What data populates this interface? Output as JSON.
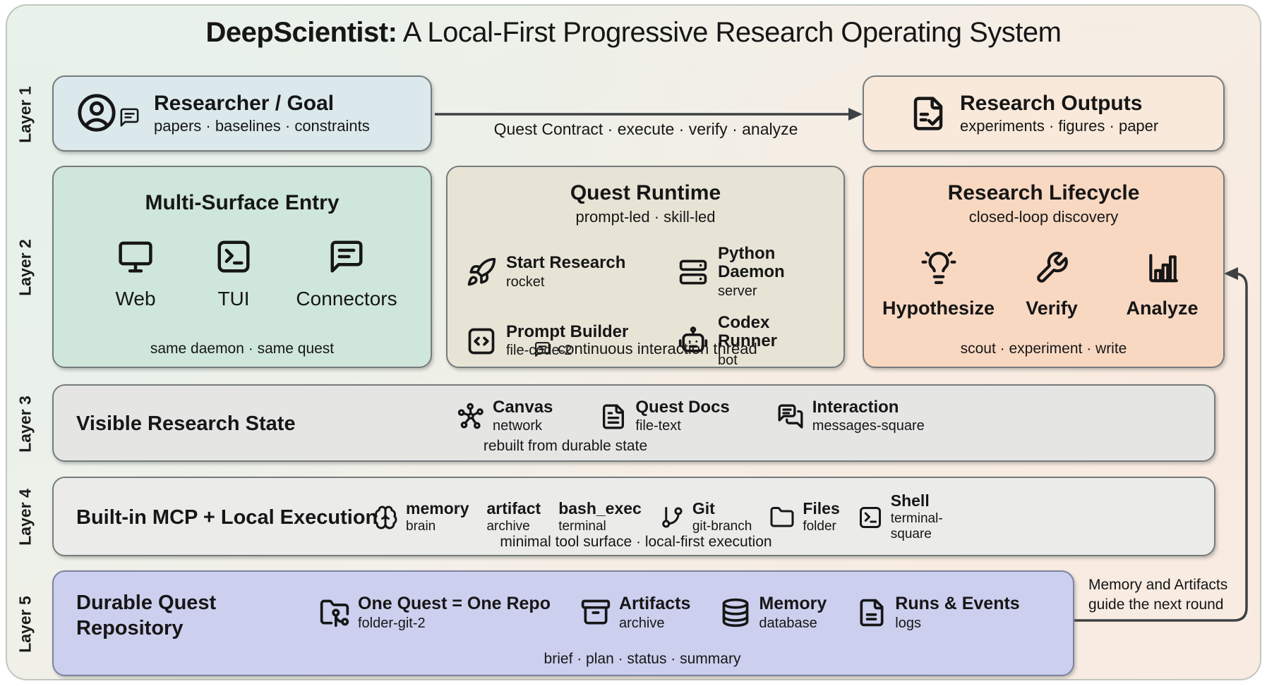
{
  "title": {
    "bold": "DeepScientist:",
    "rest": " A Local-First Progressive Research Operating System"
  },
  "layers": [
    {
      "label": "Layer 1"
    },
    {
      "label": "Layer 2"
    },
    {
      "label": "Layer 3"
    },
    {
      "label": "Layer 4"
    },
    {
      "label": "Layer 5"
    }
  ],
  "layer1": {
    "researcher": {
      "title": "Researcher / Goal",
      "subtitle": "papers · baselines · constraints",
      "icons": [
        "circle-user",
        "message-square-text"
      ]
    },
    "arrow_label": "Quest Contract · execute · verify · analyze",
    "outputs": {
      "icon": "file-check",
      "title": "Research Outputs",
      "subtitle": "experiments · figures · paper"
    }
  },
  "layer2": {
    "entry": {
      "title": "Multi-Surface Entry",
      "items": [
        {
          "icon": "monitor",
          "label": "Web"
        },
        {
          "icon": "square-terminal",
          "label": "TUI"
        },
        {
          "icon": "message-square-text",
          "label": "Connectors"
        }
      ],
      "footer": "same daemon · same quest"
    },
    "runtime": {
      "title": "Quest Runtime",
      "subtitle": "prompt-led · skill-led",
      "items": [
        {
          "icon": "rocket",
          "label": "Start Research",
          "sub": "rocket"
        },
        {
          "icon": "server",
          "label": "Python Daemon",
          "sub": "server"
        },
        {
          "icon": "square-code",
          "label": "Prompt Builder",
          "sub": "file-code-2"
        },
        {
          "icon": "bot",
          "label": "Codex Runner",
          "sub": "bot"
        }
      ],
      "footer": {
        "icon": "message-square-text",
        "text": "continuous interaction thread"
      }
    },
    "lifecycle": {
      "title": "Research Lifecycle",
      "subtitle": "closed-loop discovery",
      "items": [
        {
          "icon": "lightbulb",
          "label": "Hypothesize"
        },
        {
          "icon": "wrench",
          "label": "Verify"
        },
        {
          "icon": "chart-column",
          "label": "Analyze"
        }
      ],
      "footer": "scout · experiment · write"
    }
  },
  "layer3": {
    "title": "Visible Research State",
    "items": [
      {
        "icon": "network",
        "label": "Canvas",
        "sub": "network"
      },
      {
        "icon": "file-text",
        "label": "Quest Docs",
        "sub": "file-text"
      },
      {
        "icon": "messages-square",
        "label": "Interaction",
        "sub": "messages-square"
      }
    ],
    "footer": "rebuilt from durable state"
  },
  "layer4": {
    "title": "Built-in MCP + Local Execution",
    "items": [
      {
        "icon": "brain",
        "label": "memory",
        "sub": "brain"
      },
      {
        "icon": "",
        "label": "artifact",
        "sub": "archive"
      },
      {
        "icon": "",
        "label": "bash_exec",
        "sub": "terminal"
      },
      {
        "icon": "git-branch",
        "label": "Git",
        "sub": "git-branch"
      },
      {
        "icon": "folder",
        "label": "Files",
        "sub": "folder"
      },
      {
        "icon": "square-terminal",
        "label": "Shell",
        "sub": "terminal-square"
      }
    ],
    "footer": "minimal tool surface · local-first execution"
  },
  "layer5": {
    "title": "Durable Quest Repository",
    "items": [
      {
        "icon": "folder-git-2",
        "label": "One Quest = One Repo",
        "sub": "folder-git-2"
      },
      {
        "icon": "archive",
        "label": "Artifacts",
        "sub": "archive"
      },
      {
        "icon": "database",
        "label": "Memory",
        "sub": "database"
      },
      {
        "icon": "logs",
        "label": "Runs & Events",
        "sub": "logs"
      }
    ],
    "footer": "brief · plan · status · summary"
  },
  "annotation": {
    "line1": "Memory and Artifacts",
    "line2": "guide the next round"
  },
  "colors": {
    "researcher_box": "#dbe9ec",
    "outputs_box": "#f8e9da",
    "entry_box": "#cfe7db",
    "runtime_box": "#e7e4d6",
    "lifecycle_box": "#f9d8c2",
    "layer3_box": "#e5e6e4",
    "layer4_box": "#ebece9",
    "layer5_box": "#cccfee",
    "arrow": "#3d4144"
  }
}
